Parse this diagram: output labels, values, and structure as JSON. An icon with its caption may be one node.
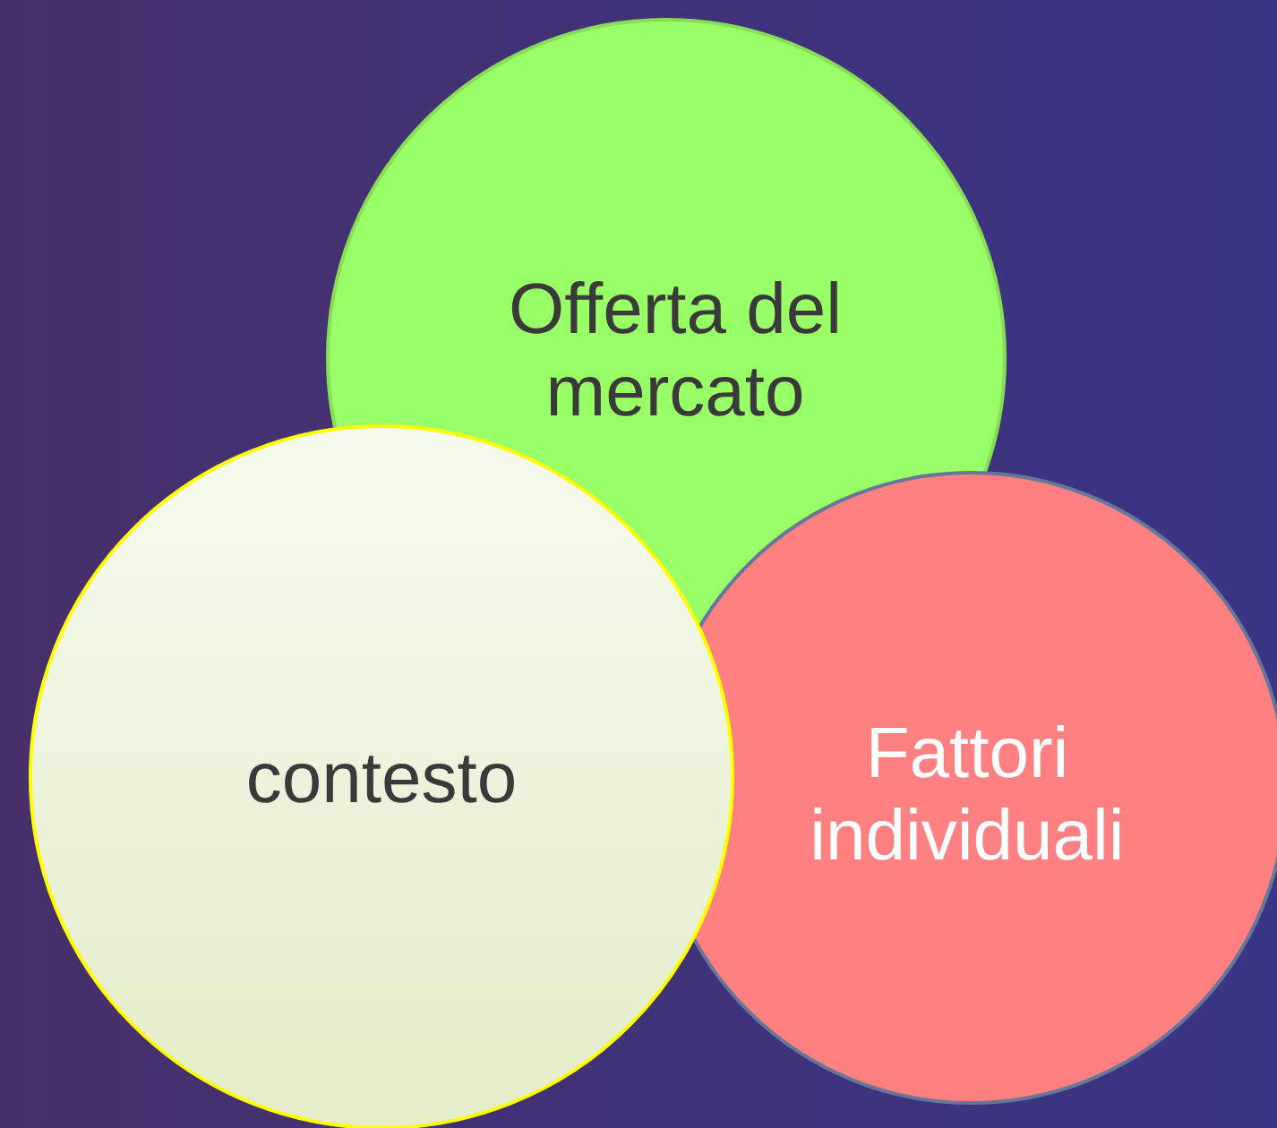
{
  "diagram": {
    "nodes": [
      {
        "text": [
          "Offerta del mercato"
        ]
      },
      {
        "text": [
          "Fattori individuali"
        ]
      },
      {
        "text": [
          "contesto"
        ]
      }
    ]
  }
}
